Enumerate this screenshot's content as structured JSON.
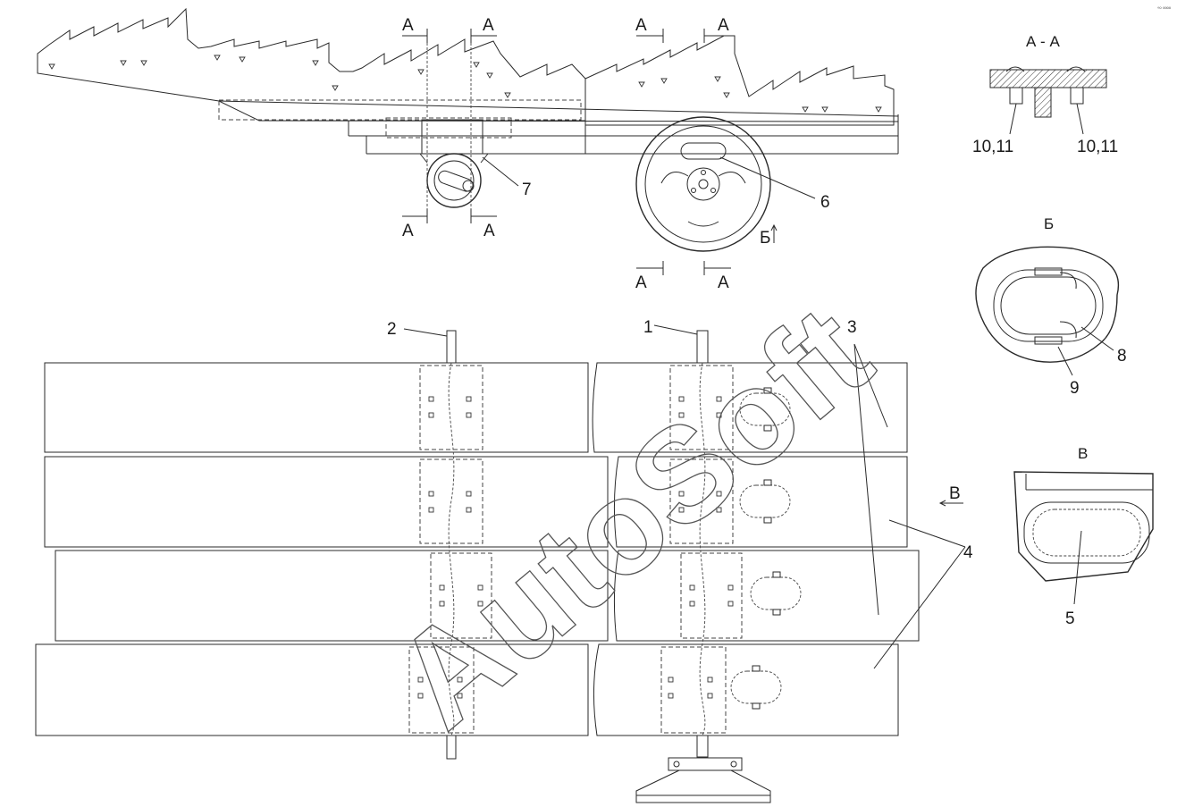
{
  "watermark": "AutoSoft",
  "corner_mark": "°º ºººº",
  "section_markers": {
    "a": "А",
    "b": "Б",
    "v": "В"
  },
  "views": {
    "section_aa_title": "А - А",
    "view_b_title": "Б",
    "view_v_title": "В"
  },
  "callouts": {
    "c1": "1",
    "c2": "2",
    "c3": "3",
    "c4": "4",
    "c5": "5",
    "c6": "6",
    "c7": "7",
    "c8": "8",
    "c9": "9",
    "c10_11_left": "10,11",
    "c10_11_right": "10,11"
  }
}
